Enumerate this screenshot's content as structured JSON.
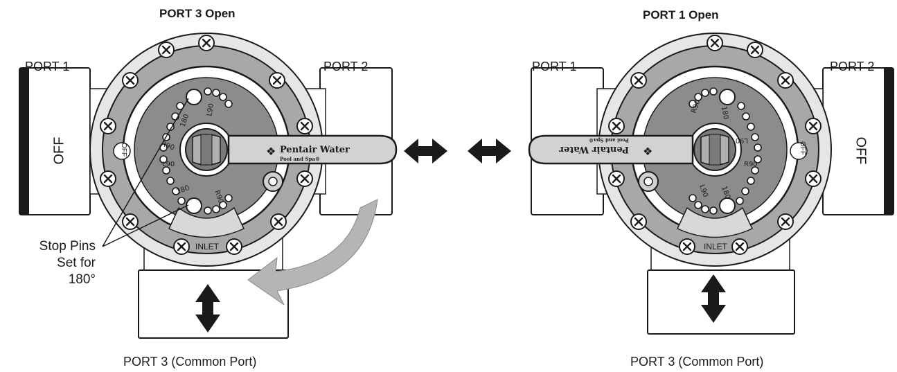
{
  "left_valve": {
    "title": "PORT 3 Open",
    "port1_label": "PORT 1",
    "port2_label": "PORT 2",
    "off_label": "OFF",
    "off_ring_label": "OFF",
    "inlet_label": "INLET",
    "common_port_label": "PORT 3 (Common Port)",
    "ring_labels": [
      "180",
      "L90",
      "R90",
      "L90",
      "180",
      "R90"
    ],
    "handle_brand": "Pentair Water",
    "handle_sub": "Pool and Spa®"
  },
  "right_valve": {
    "title": "PORT 1 Open",
    "port1_label": "PORT 1",
    "port2_label": "PORT 2",
    "off_label": "OFF",
    "off_ring_label": "OFF",
    "inlet_label": "INLET",
    "common_port_label": "PORT 3 (Common Port)",
    "ring_labels": [
      "R90",
      "180",
      "L90",
      "R90",
      "L90",
      "180"
    ],
    "handle_brand": "Pentair Water",
    "handle_sub": "Pool and Spa®"
  },
  "annotation": {
    "line1": "Stop Pins",
    "line2": "Set for",
    "line3": "180°"
  },
  "colors": {
    "ink": "#1a1a1a",
    "body": "#9a9a9a",
    "light": "#d4d4d4",
    "dark": "#555555"
  }
}
